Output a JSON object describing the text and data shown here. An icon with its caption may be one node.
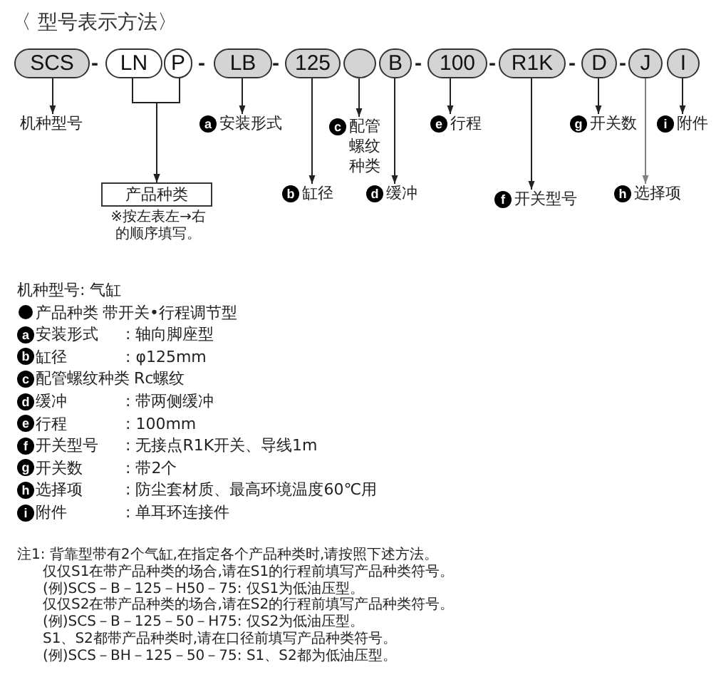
{
  "diagram": {
    "title": "〈 型号表示方法〉",
    "nodes": [
      {
        "text": [
          "SCS"
        ]
      },
      {
        "text": [
          "LN"
        ]
      },
      {
        "text": [
          "P"
        ]
      },
      {
        "text": [
          "LB"
        ]
      },
      {
        "text": [
          "125"
        ]
      },
      {
        "text": [],
        "shape": "circle"
      },
      {
        "text": [
          "B"
        ]
      },
      {
        "text": [
          "100"
        ]
      },
      {
        "text": [
          "R1K"
        ]
      },
      {
        "text": [
          "D"
        ]
      },
      {
        "text": [
          "J"
        ]
      },
      {
        "text": [
          "I"
        ]
      },
      {
        "text": [
          "机种型号"
        ]
      },
      {
        "text": [
          "a",
          "安装形式"
        ]
      },
      {
        "text": [
          "c",
          "配管螺纹种类"
        ]
      },
      {
        "text": [
          "e",
          "行程"
        ]
      },
      {
        "text": [
          "g",
          "开关数"
        ]
      },
      {
        "text": [
          "i",
          "附件"
        ]
      },
      {
        "text": [
          "产品种类"
        ],
        "beside": [
          "※按左表左→右的顺序填写。"
        ]
      },
      {
        "text": [
          "b",
          "缸径"
        ]
      },
      {
        "text": [
          "d",
          "缓冲"
        ]
      },
      {
        "text": [
          "f",
          "开关型号"
        ]
      },
      {
        "text": [
          "h",
          "选择项"
        ]
      },
      {
        "text": [
          "a"
        ]
      },
      {
        "text": [
          "b"
        ]
      },
      {
        "text": [
          "c"
        ]
      },
      {
        "text": [
          "d"
        ]
      },
      {
        "text": [
          "e"
        ]
      },
      {
        "text": [
          "f"
        ]
      },
      {
        "text": [
          "g"
        ]
      },
      {
        "text": [
          "h"
        ]
      },
      {
        "text": [
          "i"
        ]
      }
    ],
    "edges": [
      {
        "from": 0,
        "to": 12,
        "arrow": "to"
      },
      {
        "from": 1,
        "to": 18,
        "arrow": "to"
      },
      {
        "from": 2,
        "to": 18,
        "arrow": "to"
      },
      {
        "from": 3,
        "to": 13,
        "arrow": "to"
      },
      {
        "from": 4,
        "to": 19,
        "arrow": "to"
      },
      {
        "from": 5,
        "to": 14,
        "arrow": "to"
      },
      {
        "from": 6,
        "to": 20,
        "arrow": "to"
      },
      {
        "from": 7,
        "to": 15,
        "arrow": "to"
      },
      {
        "from": 8,
        "to": 21,
        "arrow": "to"
      },
      {
        "from": 9,
        "to": 16,
        "arrow": "to"
      },
      {
        "from": 10,
        "to": 22,
        "arrow": "to",
        "color": "#808080"
      },
      {
        "from": 11,
        "to": 17,
        "arrow": "to"
      }
    ],
    "labels": [
      "-",
      "-",
      "-",
      "-",
      "-",
      "-",
      "-",
      "机种型号: 气缸",
      "产品种类",
      "带开关•行程调节型",
      "安装形式",
      ": 轴向脚座型",
      "缸径",
      ": φ125mm",
      "配管螺纹种类",
      "Rc螺纹",
      "缓冲",
      ": 带两侧缓冲",
      "行程",
      ": 100mm",
      "开关型号",
      ": 无接点R1K开关、导线1m",
      "开关数",
      ": 带2个",
      "选择项",
      ": 防尘套材质、最高环境温度60℃用",
      "附件",
      ": 单耳环连接件",
      "注1: 背靠型带有2个气缸,在指定各个产品种类时,请按照下述方法。",
      "仅仅S1在带产品种类的场合,请在S1的行程前填写产品种类符号。",
      "(例)SCS－B－125－H50－75: 仅S1为低油压型。",
      "仅仅S2在带产品种类的场合,请在S2的行程前填写产品种类符号。",
      "(例)SCS－B－125－50－H75: 仅S2为低油压型。",
      "S1、S2都带产品种类时,请在口径前填写产品种类符号。",
      "(例)SCS－BH－125－50－75: S1、S2都为低油压型。"
    ]
  }
}
